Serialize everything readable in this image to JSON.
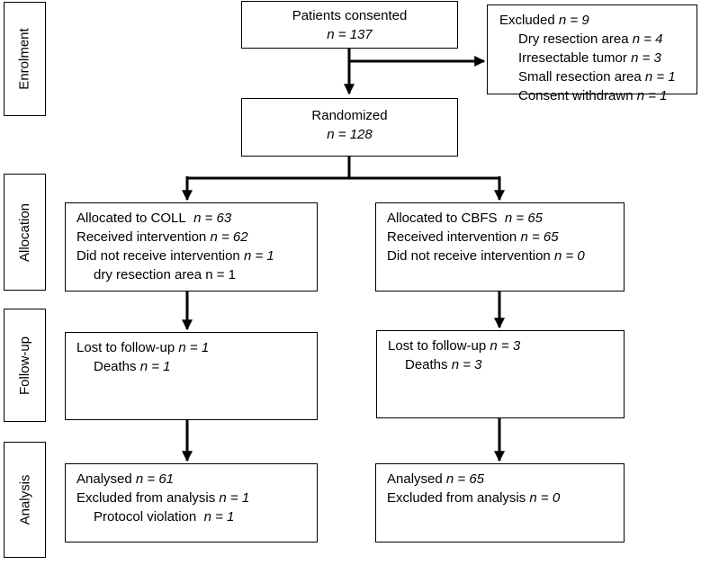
{
  "stages": {
    "enrolment": "Enrolment",
    "allocation": "Allocation",
    "followup": "Follow-up",
    "analysis": "Analysis"
  },
  "consented": {
    "label": "Patients consented",
    "n": "n = 137"
  },
  "excluded": {
    "title": "Excluded",
    "n": "n = 9",
    "items": [
      {
        "label": "Dry resection area",
        "n": "n = 4"
      },
      {
        "label": "Irresectable tumor",
        "n": "n = 3"
      },
      {
        "label": "Small resection area",
        "n": "n = 1"
      },
      {
        "label": "Consent withdrawn",
        "n": "n = 1"
      }
    ]
  },
  "randomized": {
    "label": "Randomized",
    "n": "n = 128"
  },
  "coll": {
    "allocation": {
      "allocated": {
        "label": "Allocated to COLL",
        "n": "n = 63"
      },
      "received": {
        "label": "Received intervention",
        "n": "n = 62"
      },
      "not_received": {
        "label": "Did not receive intervention",
        "n": "n = 1"
      },
      "reason": "dry resection area n = 1"
    },
    "followup": {
      "lost": {
        "label": "Lost to follow-up",
        "n": "n = 1"
      },
      "deaths": {
        "label": "Deaths",
        "n": "n = 1"
      }
    },
    "analysis": {
      "analysed": {
        "label": "Analysed",
        "n": "n = 61"
      },
      "excluded": {
        "label": "Excluded from analysis",
        "n": "n = 1"
      },
      "reason": {
        "label": "Protocol violation",
        "n": "n = 1"
      }
    }
  },
  "cbfs": {
    "allocation": {
      "allocated": {
        "label": "Allocated to CBFS",
        "n": "n = 65"
      },
      "received": {
        "label": "Received intervention",
        "n": "n = 65"
      },
      "not_received": {
        "label": "Did not receive intervention",
        "n": "n = 0"
      }
    },
    "followup": {
      "lost": {
        "label": "Lost to follow-up",
        "n": "n = 3"
      },
      "deaths": {
        "label": "Deaths",
        "n": "n = 3"
      }
    },
    "analysis": {
      "analysed": {
        "label": "Analysed",
        "n": "n = 65"
      },
      "excluded": {
        "label": "Excluded from analysis",
        "n": "n = 0"
      }
    }
  }
}
